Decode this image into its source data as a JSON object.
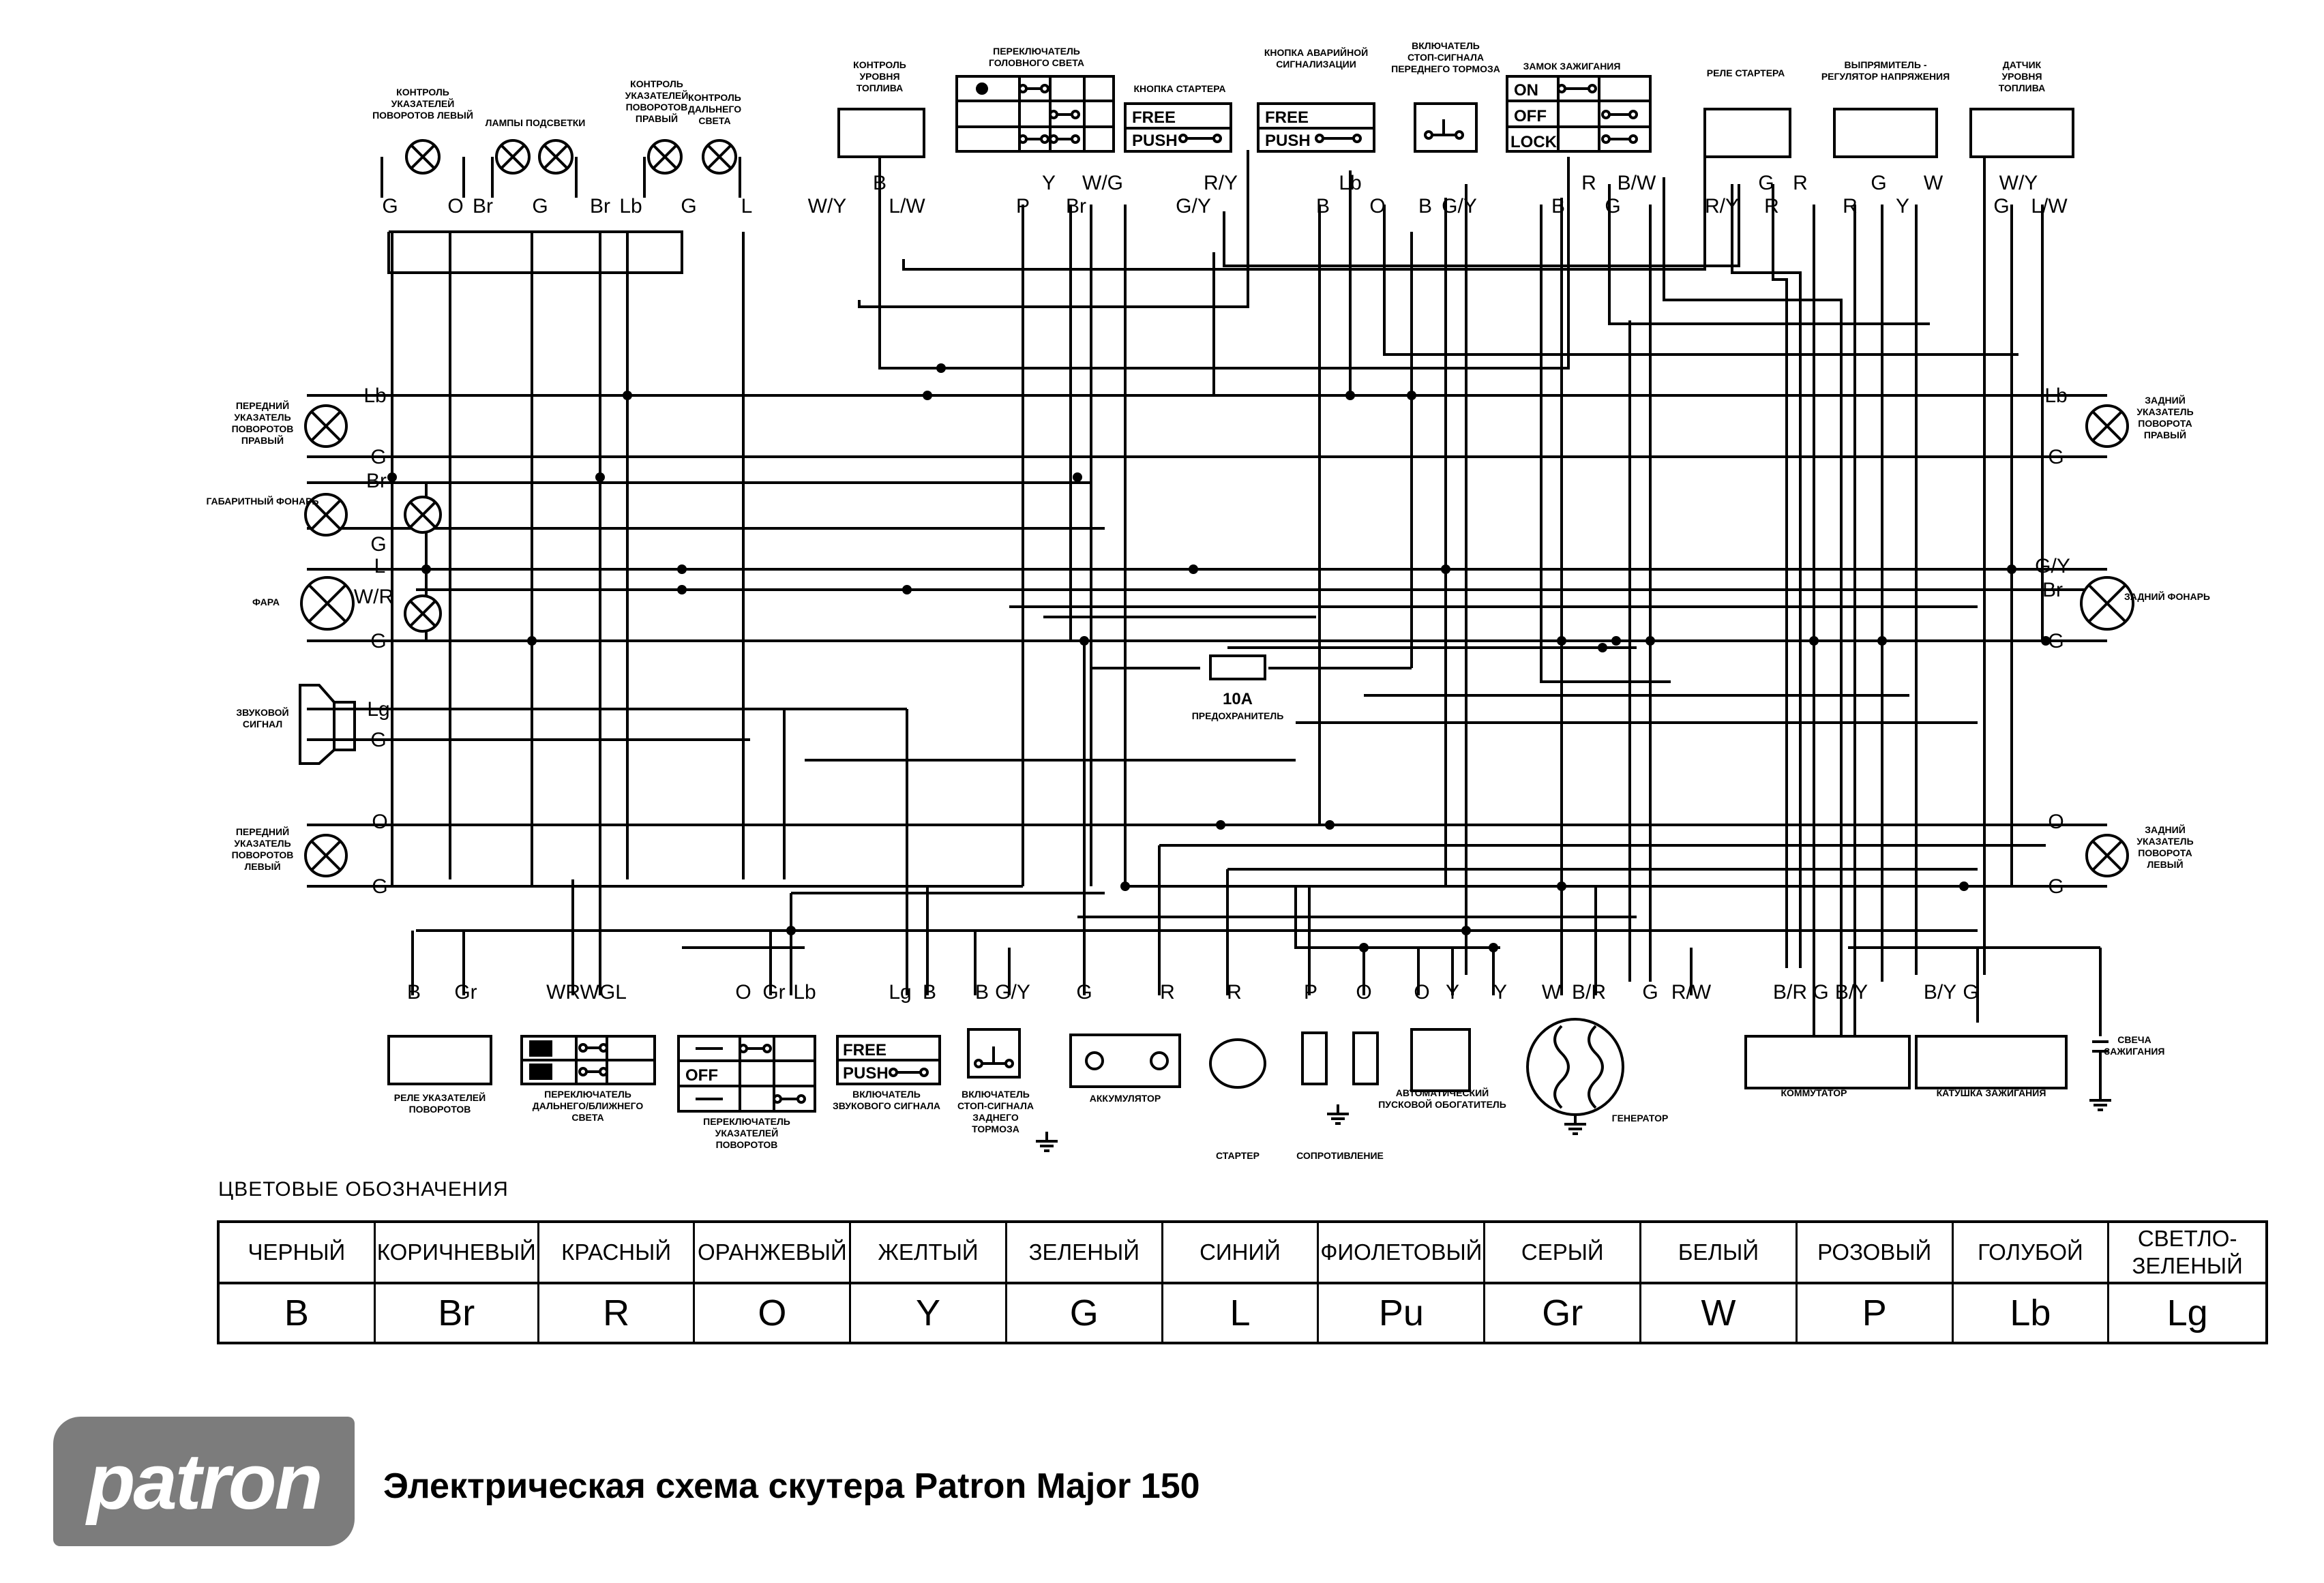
{
  "components": {
    "turn_ctrl_left": "КОНТРОЛЬ УКАЗАТЕЛЕЙ ПОВОРОТОВ ЛЕВЫЙ",
    "backlight": "ЛАМПЫ ПОДСВЕТКИ",
    "turn_ctrl_right": "КОНТРОЛЬ УКАЗАТЕЛЕЙ ПОВОРОТОВ ПРАВЫЙ",
    "high_beam_ctrl": "КОНТРОЛЬ ДАЛЬНЕГО СВЕТА",
    "fuel_level_ctrl": "КОНТРОЛЬ УРОВНЯ ТОПЛИВА",
    "headlight_switch": "ПЕРЕКЛЮЧАТЕЛЬ ГОЛОВНОГО СВЕТА",
    "starter_button": "КНОПКА СТАРТЕРА",
    "hazard_button": "КНОПКА АВАРИЙНОЙ СИГНАЛИЗАЦИИ",
    "front_brake_switch": "ВКЛЮЧАТЕЛЬ СТОП-СИГНАЛА ПЕРЕДНЕГО ТОРМОЗА",
    "ignition_lock": "ЗАМОК ЗАЖИГАНИЯ",
    "starter_relay": "РЕЛЕ СТАРТЕРА",
    "rectifier": "ВЫПРЯМИТЕЛЬ - РЕГУЛЯТОР НАПРЯЖЕНИЯ",
    "fuel_sensor": "ДАТЧИК УРОВНЯ ТОПЛИВА",
    "front_turn_right": "ПЕРЕДНИЙ УКАЗАТЕЛЬ ПОВОРОТОВ ПРАВЫЙ",
    "parking_light": "ГАБАРИТНЫЙ ФОНАРЬ",
    "headlight": "ФАРА",
    "horn": "ЗВУКОВОЙ СИГНАЛ",
    "front_turn_left": "ПЕРЕДНИЙ УКАЗАТЕЛЬ ПОВОРОТОВ ЛЕВЫЙ",
    "rear_turn_right": "ЗАДНИЙ УКАЗАТЕЛЬ ПОВОРОТА ПРАВЫЙ",
    "tail_light": "ЗАДНИЙ ФОНАРЬ",
    "rear_turn_left": "ЗАДНИЙ УКАЗАТЕЛЬ ПОВОРОТА ЛЕВЫЙ",
    "fuse_value": "10A",
    "fuse": "ПРЕДОХРАНИТЕЛЬ",
    "turn_relay": "РЕЛЕ УКАЗАТЕЛЕЙ ПОВОРОТОВ",
    "dimmer_switch": "ПЕРЕКЛЮЧАТЕЛЬ ДАЛЬНЕГО/БЛИЖНЕГО СВЕТА",
    "turn_switch": "ПЕРЕКЛЮЧАТЕЛЬ УКАЗАТЕЛЕЙ ПОВОРОТОВ",
    "horn_switch": "ВКЛЮЧАТЕЛЬ ЗВУКОВОГО СИГНАЛА",
    "rear_brake_switch": "ВКЛЮЧАТЕЛЬ СТОП-СИГНАЛА ЗАДНЕГО ТОРМОЗА",
    "battery": "АККУМУЛЯТОР",
    "starter": "СТАРТЕР",
    "resistor": "СОПРОТИВЛЕНИЕ",
    "choke": "АВТОМАТИЧЕСКИЙ ПУСКОВОЙ ОБОГАТИТЕЛЬ",
    "generator": "ГЕНЕРАТОР",
    "cdi": "КОММУТАТОР",
    "ignition_coil": "КАТУШКА ЗАЖИГАНИЯ",
    "spark_plug": "СВЕЧА ЗАЖИГАНИЯ"
  },
  "switch_labels": {
    "free": "FREE",
    "push": "PUSH",
    "on": "ON",
    "off": "OFF",
    "lock": "LOCK"
  },
  "legend": {
    "caption": "ЦВЕТОВЫЕ ОБОЗНАЧЕНИЯ",
    "entries": [
      {
        "name": "ЧЕРНЫЙ",
        "code": "B"
      },
      {
        "name": "КОРИЧНЕВЫЙ",
        "code": "Br"
      },
      {
        "name": "КРАСНЫЙ",
        "code": "R"
      },
      {
        "name": "ОРАНЖЕВЫЙ",
        "code": "O"
      },
      {
        "name": "ЖЕЛТЫЙ",
        "code": "Y"
      },
      {
        "name": "ЗЕЛЕНЫЙ",
        "code": "G"
      },
      {
        "name": "СИНИЙ",
        "code": "L"
      },
      {
        "name": "ФИОЛЕТОВЫЙ",
        "code": "Pu"
      },
      {
        "name": "СЕРЫЙ",
        "code": "Gr"
      },
      {
        "name": "БЕЛЫЙ",
        "code": "W"
      },
      {
        "name": "РОЗОВЫЙ",
        "code": "P"
      },
      {
        "name": "ГОЛУБОЙ",
        "code": "Lb"
      },
      {
        "name": "СВЕТЛО-ЗЕЛЕНЫЙ",
        "code": "Lg"
      }
    ]
  },
  "footer": {
    "logo": "patron",
    "title": "Электрическая схема скутера Patron Major 150"
  }
}
